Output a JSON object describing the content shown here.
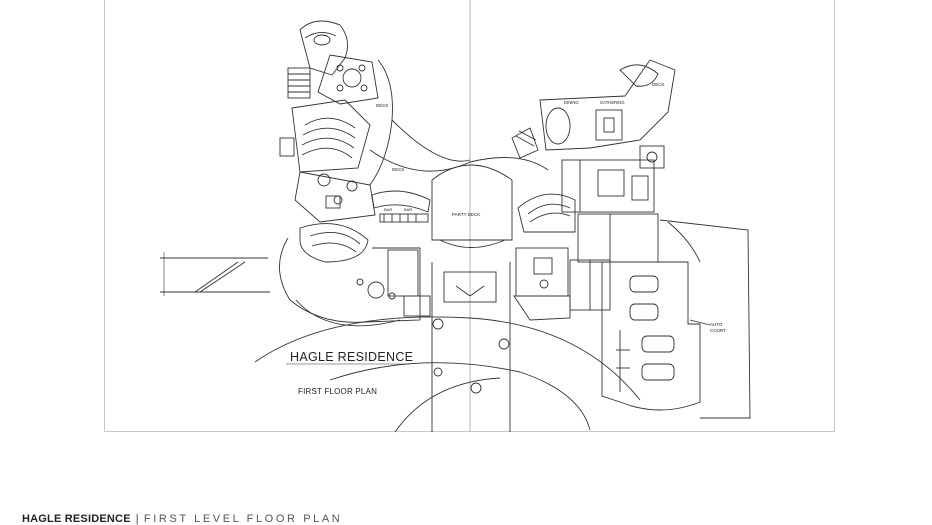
{
  "plan": {
    "title": "HAGLE RESIDENCE",
    "subtitle": "FIRST FLOOR PLAN",
    "rooms": {
      "deck_west": "DECK",
      "deck_east": "DECK",
      "deck_south": "DECK",
      "party_deck": "PARTY DECK",
      "bar_left": "BAR",
      "bar_right": "BAR",
      "dining": "DINING",
      "gathering": "GATHERING",
      "auto_court_1": "AUTO",
      "auto_court_2": "COURT"
    }
  },
  "caption": {
    "project": "HAGLE RESIDENCE",
    "separator": "|",
    "sheet": "FIRST LEVEL FLOOR PLAN"
  }
}
